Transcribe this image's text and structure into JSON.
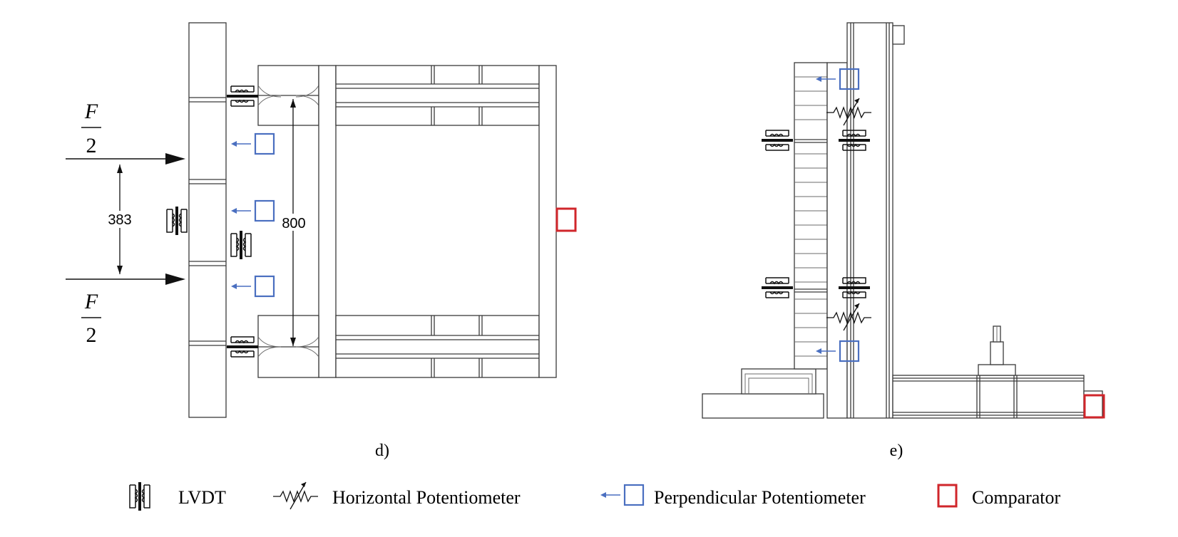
{
  "panel_d": {
    "caption": "d)",
    "force_numerator": "F",
    "force_denominator": "2",
    "dim_load_spacing": "383",
    "dim_height": "800"
  },
  "panel_e": {
    "caption": "e)"
  },
  "legend": {
    "lvdt_label": "LVDT",
    "horizontal_pot_label": "Horizontal Potentiometer",
    "perpendicular_pot_label": "Perpendicular Potentiometer",
    "comparator_label": "Comparator"
  },
  "colors": {
    "perpendicular_potentiometer": "#4a6fc0",
    "comparator": "#d0262b",
    "structure": "#3a3a3a"
  },
  "icons": [
    "lvdt-icon",
    "horizontal-potentiometer-icon",
    "perpendicular-potentiometer-icon",
    "comparator-icon",
    "arrow-icon"
  ]
}
